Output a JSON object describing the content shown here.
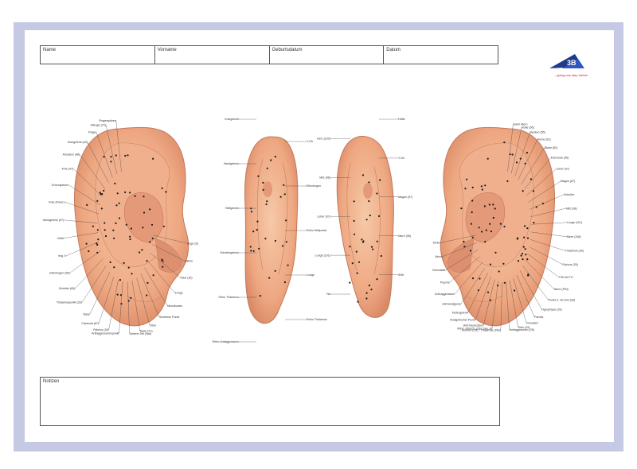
{
  "header": {
    "fields": [
      "Name",
      "Vorname",
      "Geburtsdatum",
      "Datum"
    ]
  },
  "logo": {
    "mark": "3B",
    "tagline": "...going one step further",
    "color": "#1f3a8a",
    "accent": "#d3132a"
  },
  "notes": {
    "label": "Notizen"
  },
  "colors": {
    "frame": "#c6c9e4",
    "skin": "#f2b48f",
    "skin_dark": "#d98a66",
    "point": "#1a1a1a"
  },
  "labels": {
    "left_ear": [
      "Fingerspitzen",
      "Allergie (72)",
      "Finger",
      "Kniegelenk (49)",
      "Ansatzer (48)",
      "Knie (47)",
      "Zehenspitzen",
      "Knie (Franz.)",
      "Handgelenk (67)",
      "Hüfte",
      "Veg. II",
      "Ellenbogen (66)",
      "Schulter (65)",
      "Thalamuspunkt (33)",
      "Nase",
      "Clavicula (67)",
      "Pylorus (18)",
      "Antiaggressionspunkt",
      "Unterer Teil (Nai)",
      "Nase (21)",
      "Ober",
      "Sonthese Punkt",
      "Mundboden",
      "Zunge",
      "Haut (16)",
      "Zähne",
      "Auge (8)"
    ],
    "front_ear": [
      "Kniegelenk",
      "Y-Gh",
      "Handgelenk",
      "Ellenbogen",
      "Hüftgelenk",
      "Retro Hüftpunkt",
      "Schultergelenk",
      "Lunge",
      "Retro Thalamus",
      "Retro Thalamus",
      "Retro Antiaggression"
    ],
    "back_ear": [
      "Hüfte",
      "Herz (100)",
      "Y-Gh",
      "Milz (96)",
      "Magen (97)",
      "Leber (97)",
      "Niere (98)",
      "Lunge (101)",
      "SNK",
      "Nb"
    ],
    "right_ear": [
      "Darm Alero",
      "Rolle (56)",
      "Becken (55)",
      "Kiene (81)",
      "Blase (82)",
      "Pancreas (96)",
      "Leber (97)",
      "Magen (87)",
      "Schulter",
      "Milz (98)",
      "Lunge (101)",
      "Niere (108)",
      "Thalamus (26)",
      "Pylorus (26)",
      "TSH ACTH",
      "Niere (PIN)",
      "Punkt d. Jerome (28)",
      "Hypophyse (26)",
      "Parotis",
      "Gonaden",
      "Stirn (29)",
      "Antiaggression (25)",
      "Somme (25) = Thalamus (26a)",
      "Wind. Ohrsch. (Ohr Dep. 8)",
      "Anti-Depression",
      "Analgetischer Punkt",
      "Kiefergelenk",
      "Zahnanalgesie",
      "Anti-aggression",
      "Psyche",
      "Nervosität",
      "Mund",
      "Kiefer"
    ]
  }
}
